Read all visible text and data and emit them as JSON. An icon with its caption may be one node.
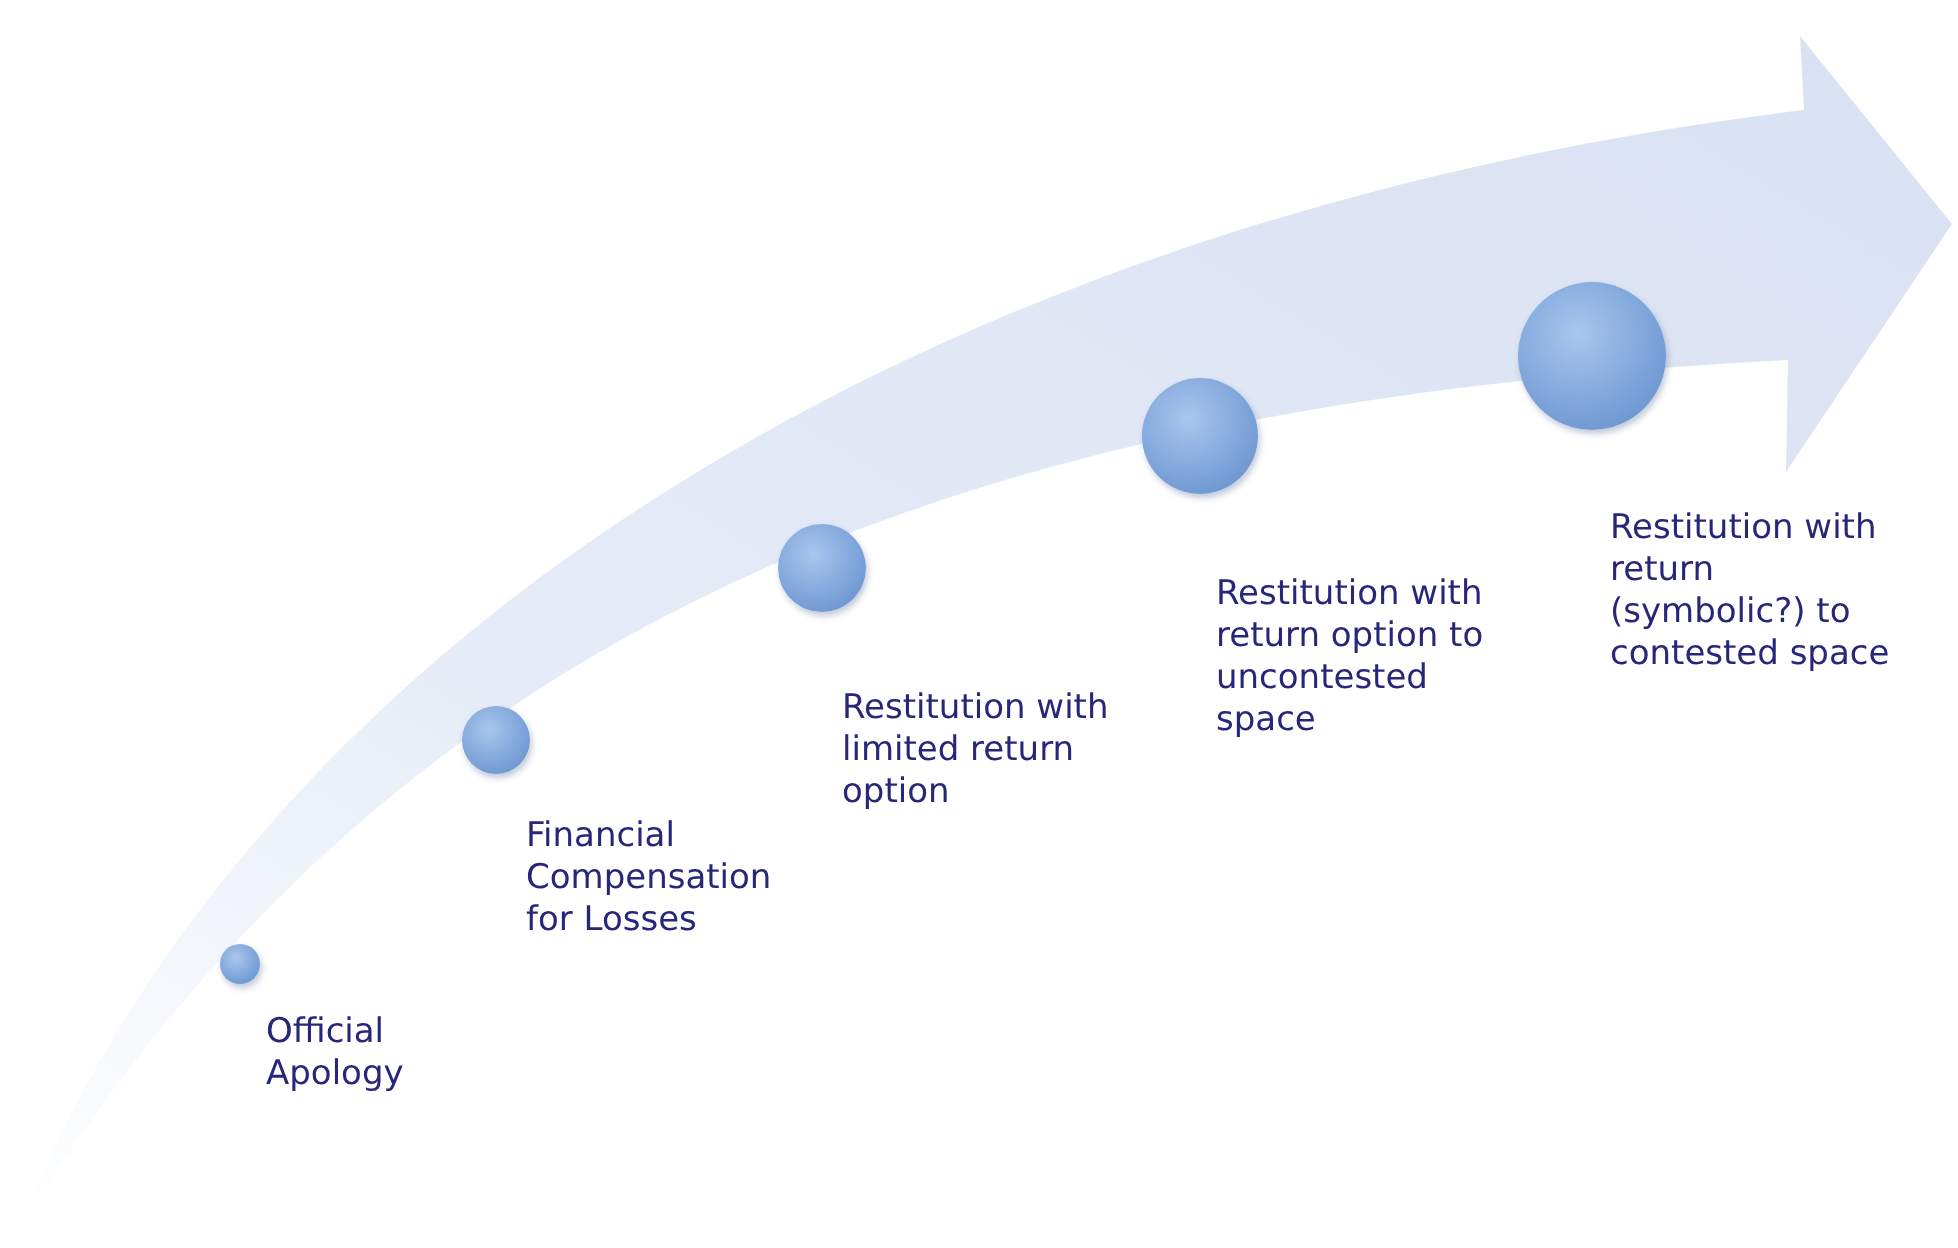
{
  "diagram": {
    "nodes": [
      {
        "text": [],
        "shape": "circle",
        "beside": [
          "Official Apology"
        ]
      },
      {
        "text": [],
        "shape": "circle",
        "beside": [
          "Financial Compensation for Losses"
        ]
      },
      {
        "text": [],
        "shape": "circle",
        "beside": [
          "Restitution with limited return option"
        ]
      },
      {
        "text": [],
        "shape": "circle",
        "beside": [
          "Restitution with return option to uncontested space"
        ]
      },
      {
        "text": [],
        "shape": "circle",
        "beside": [
          "Restitution with return (symbolic?) to contested space"
        ]
      }
    ]
  }
}
